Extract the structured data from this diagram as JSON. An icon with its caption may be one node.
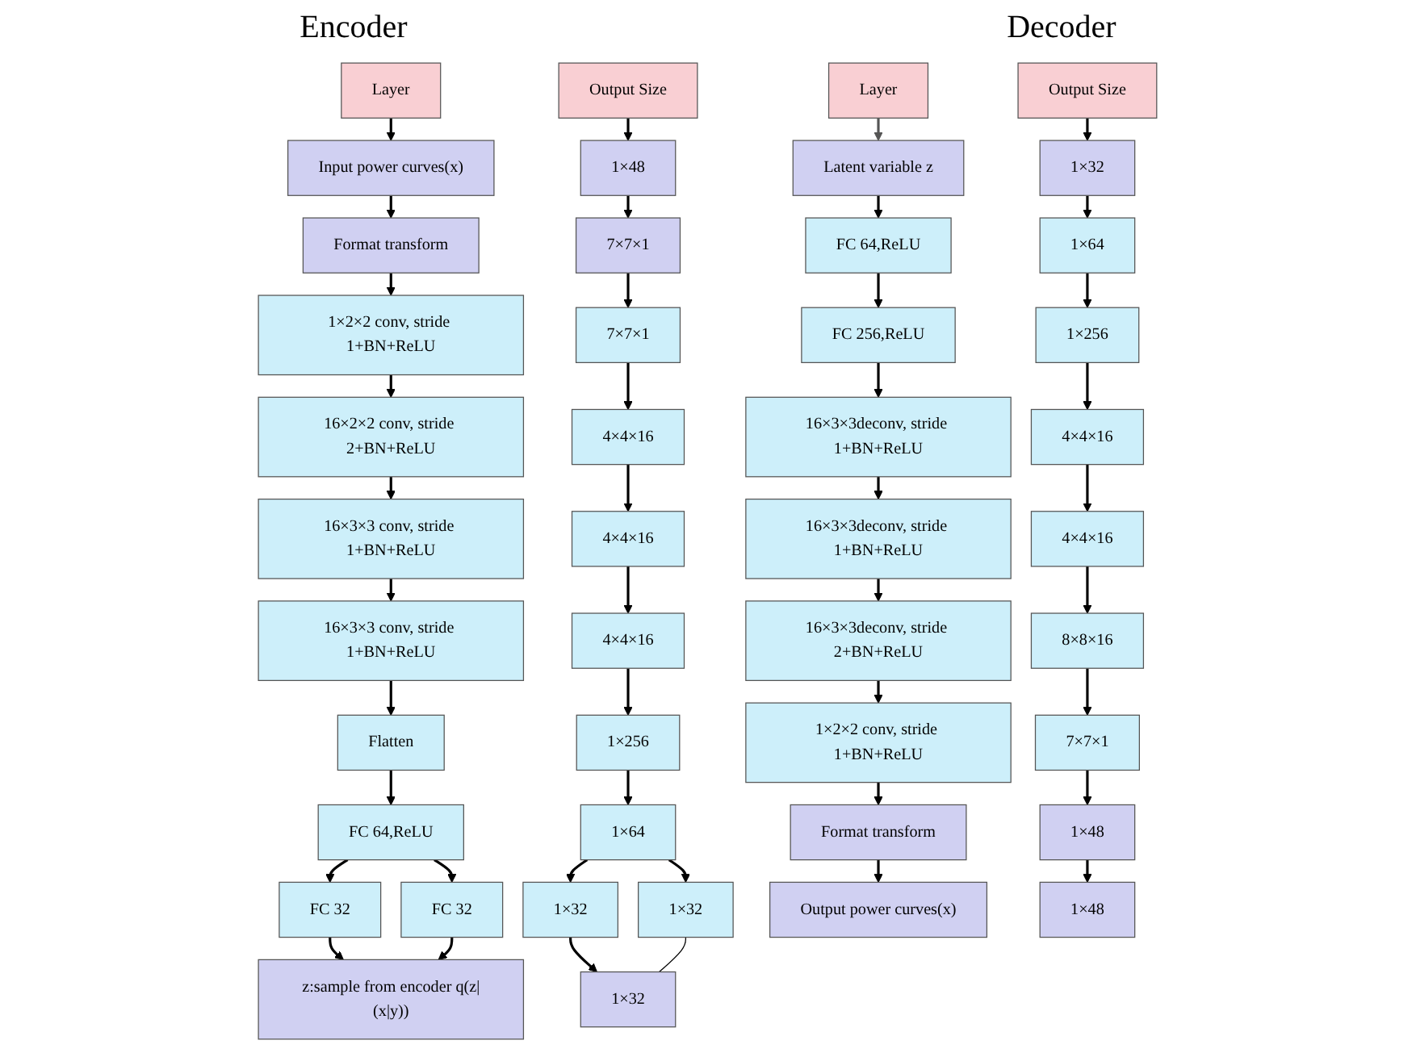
{
  "diagram": {
    "nodes": [
      {
        "text": [
          "Layer"
        ]
      },
      {
        "text": [
          "Input power curves(x)"
        ]
      },
      {
        "text": [
          "Format transform"
        ]
      },
      {
        "text": [
          "1×2×2 conv, stride 1+BN+ReLU"
        ]
      },
      {
        "text": [
          "16×2×2 conv, stride 2+BN+ReLU"
        ]
      },
      {
        "text": [
          "16×3×3 conv, stride 1+BN+ReLU"
        ]
      },
      {
        "text": [
          "16×3×3 conv, stride 1+BN+ReLU"
        ]
      },
      {
        "text": [
          "Flatten"
        ]
      },
      {
        "text": [
          "FC 64,ReLU"
        ]
      },
      {
        "text": [
          "FC 32"
        ]
      },
      {
        "text": [
          "FC 32"
        ]
      },
      {
        "text": [
          "z:sample from encoder q(z|(x|y))"
        ]
      },
      {
        "text": [
          "Output Size"
        ]
      },
      {
        "text": [
          "1×48"
        ]
      },
      {
        "text": [
          "7×7×1"
        ]
      },
      {
        "text": [
          "7×7×1"
        ]
      },
      {
        "text": [
          "4×4×16"
        ]
      },
      {
        "text": [
          "4×4×16"
        ]
      },
      {
        "text": [
          "4×4×16"
        ]
      },
      {
        "text": [
          "1×256"
        ]
      },
      {
        "text": [
          "1×64"
        ]
      },
      {
        "text": [
          "1×32"
        ]
      },
      {
        "text": [
          "1×32"
        ]
      },
      {
        "text": [
          "1×32"
        ]
      },
      {
        "text": [
          "Layer"
        ]
      },
      {
        "text": [
          "Latent variable z"
        ]
      },
      {
        "text": [
          "FC 64,ReLU"
        ]
      },
      {
        "text": [
          "FC 256,ReLU"
        ]
      },
      {
        "text": [
          "16×3×3deconv, stride 1+BN+ReLU"
        ]
      },
      {
        "text": [
          "16×3×3deconv, stride 1+BN+ReLU"
        ]
      },
      {
        "text": [
          "16×3×3deconv, stride 2+BN+ReLU"
        ]
      },
      {
        "text": [
          "1×2×2 conv, stride 1+BN+ReLU"
        ]
      },
      {
        "text": [
          "Format transform"
        ]
      },
      {
        "text": [
          "Output power curves(x)"
        ]
      },
      {
        "text": [
          "Output Size"
        ]
      },
      {
        "text": [
          "1×32"
        ]
      },
      {
        "text": [
          "1×64"
        ]
      },
      {
        "text": [
          "1×256"
        ]
      },
      {
        "text": [
          "4×4×16"
        ]
      },
      {
        "text": [
          "4×4×16"
        ]
      },
      {
        "text": [
          "8×8×16"
        ]
      },
      {
        "text": [
          "7×7×1"
        ]
      },
      {
        "text": [
          "1×48"
        ]
      },
      {
        "text": [
          "1×48"
        ]
      }
    ],
    "edges": [
      {
        "from": 0,
        "to": 1,
        "arrow": "to"
      },
      {
        "from": 1,
        "to": 2,
        "arrow": "to"
      },
      {
        "from": 2,
        "to": 3,
        "arrow": "to"
      },
      {
        "from": 3,
        "to": 4,
        "arrow": "to"
      },
      {
        "from": 4,
        "to": 5,
        "arrow": "to"
      },
      {
        "from": 5,
        "to": 6,
        "arrow": "to"
      },
      {
        "from": 6,
        "to": 7,
        "arrow": "to"
      },
      {
        "from": 7,
        "to": 8,
        "arrow": "to"
      },
      {
        "from": 8,
        "to": 9,
        "arrow": "to"
      },
      {
        "from": 8,
        "to": 10,
        "arrow": "to"
      },
      {
        "from": 9,
        "to": 11,
        "arrow": "to"
      },
      {
        "from": 10,
        "to": 11,
        "arrow": "to"
      },
      {
        "from": 12,
        "to": 13,
        "arrow": "to"
      },
      {
        "from": 13,
        "to": 14,
        "arrow": "to"
      },
      {
        "from": 14,
        "to": 15,
        "arrow": "to"
      },
      {
        "from": 15,
        "to": 16,
        "arrow": "to"
      },
      {
        "from": 16,
        "to": 17,
        "arrow": "to"
      },
      {
        "from": 17,
        "to": 18,
        "arrow": "to"
      },
      {
        "from": 18,
        "to": 19,
        "arrow": "to"
      },
      {
        "from": 19,
        "to": 20,
        "arrow": "to"
      },
      {
        "from": 20,
        "to": 21,
        "arrow": "to"
      },
      {
        "from": 20,
        "to": 22,
        "arrow": "to"
      },
      {
        "from": 21,
        "to": 23,
        "arrow": "to"
      },
      {
        "from": 22,
        "to": 23,
        "arrow": "none"
      },
      {
        "from": 24,
        "to": 25,
        "arrow": "to",
        "color": "#555555"
      },
      {
        "from": 25,
        "to": 26,
        "arrow": "to"
      },
      {
        "from": 26,
        "to": 27,
        "arrow": "to"
      },
      {
        "from": 27,
        "to": 28,
        "arrow": "to"
      },
      {
        "from": 28,
        "to": 29,
        "arrow": "to"
      },
      {
        "from": 29,
        "to": 30,
        "arrow": "to"
      },
      {
        "from": 30,
        "to": 31,
        "arrow": "to"
      },
      {
        "from": 31,
        "to": 32,
        "arrow": "to"
      },
      {
        "from": 32,
        "to": 33,
        "arrow": "to"
      },
      {
        "from": 34,
        "to": 35,
        "arrow": "to"
      },
      {
        "from": 35,
        "to": 36,
        "arrow": "to"
      },
      {
        "from": 36,
        "to": 37,
        "arrow": "to"
      },
      {
        "from": 37,
        "to": 38,
        "arrow": "to"
      },
      {
        "from": 38,
        "to": 39,
        "arrow": "to"
      },
      {
        "from": 39,
        "to": 40,
        "arrow": "to"
      },
      {
        "from": 40,
        "to": 41,
        "arrow": "to"
      },
      {
        "from": 41,
        "to": 42,
        "arrow": "to"
      },
      {
        "from": 42,
        "to": 43,
        "arrow": "to"
      }
    ],
    "labels": [
      "Encoder",
      "Decoder"
    ]
  }
}
